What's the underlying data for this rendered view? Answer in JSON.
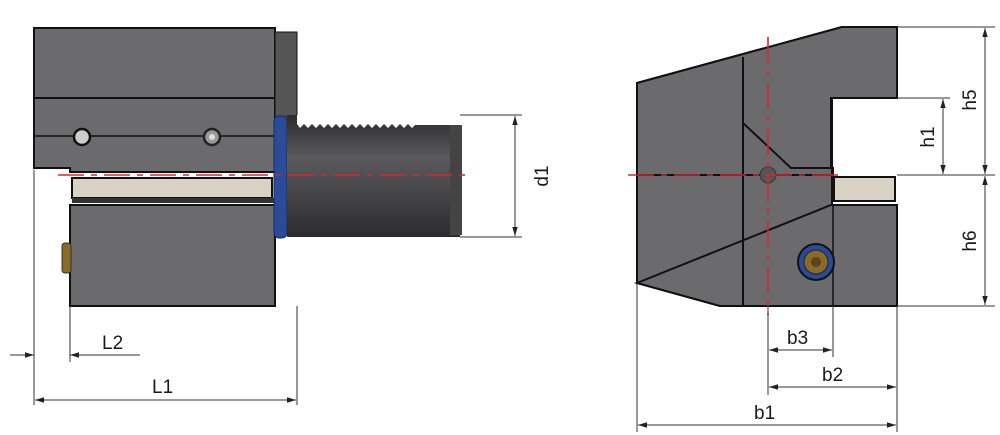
{
  "title": "Tool holder dimension drawing",
  "side_view": {
    "labels": {
      "d1": "d1",
      "L1": "L1",
      "L2": "L2"
    }
  },
  "front_view": {
    "labels": {
      "h5": "h5",
      "h1": "h1",
      "h6": "h6",
      "b1": "b1",
      "b2": "b2",
      "b3": "b3"
    }
  },
  "colors": {
    "body": "#6b6b6e",
    "shaft": "#3a3a3c",
    "centerline": "#d8262b",
    "ring": "#2a4a9a",
    "insert": "#d9d2c5"
  }
}
